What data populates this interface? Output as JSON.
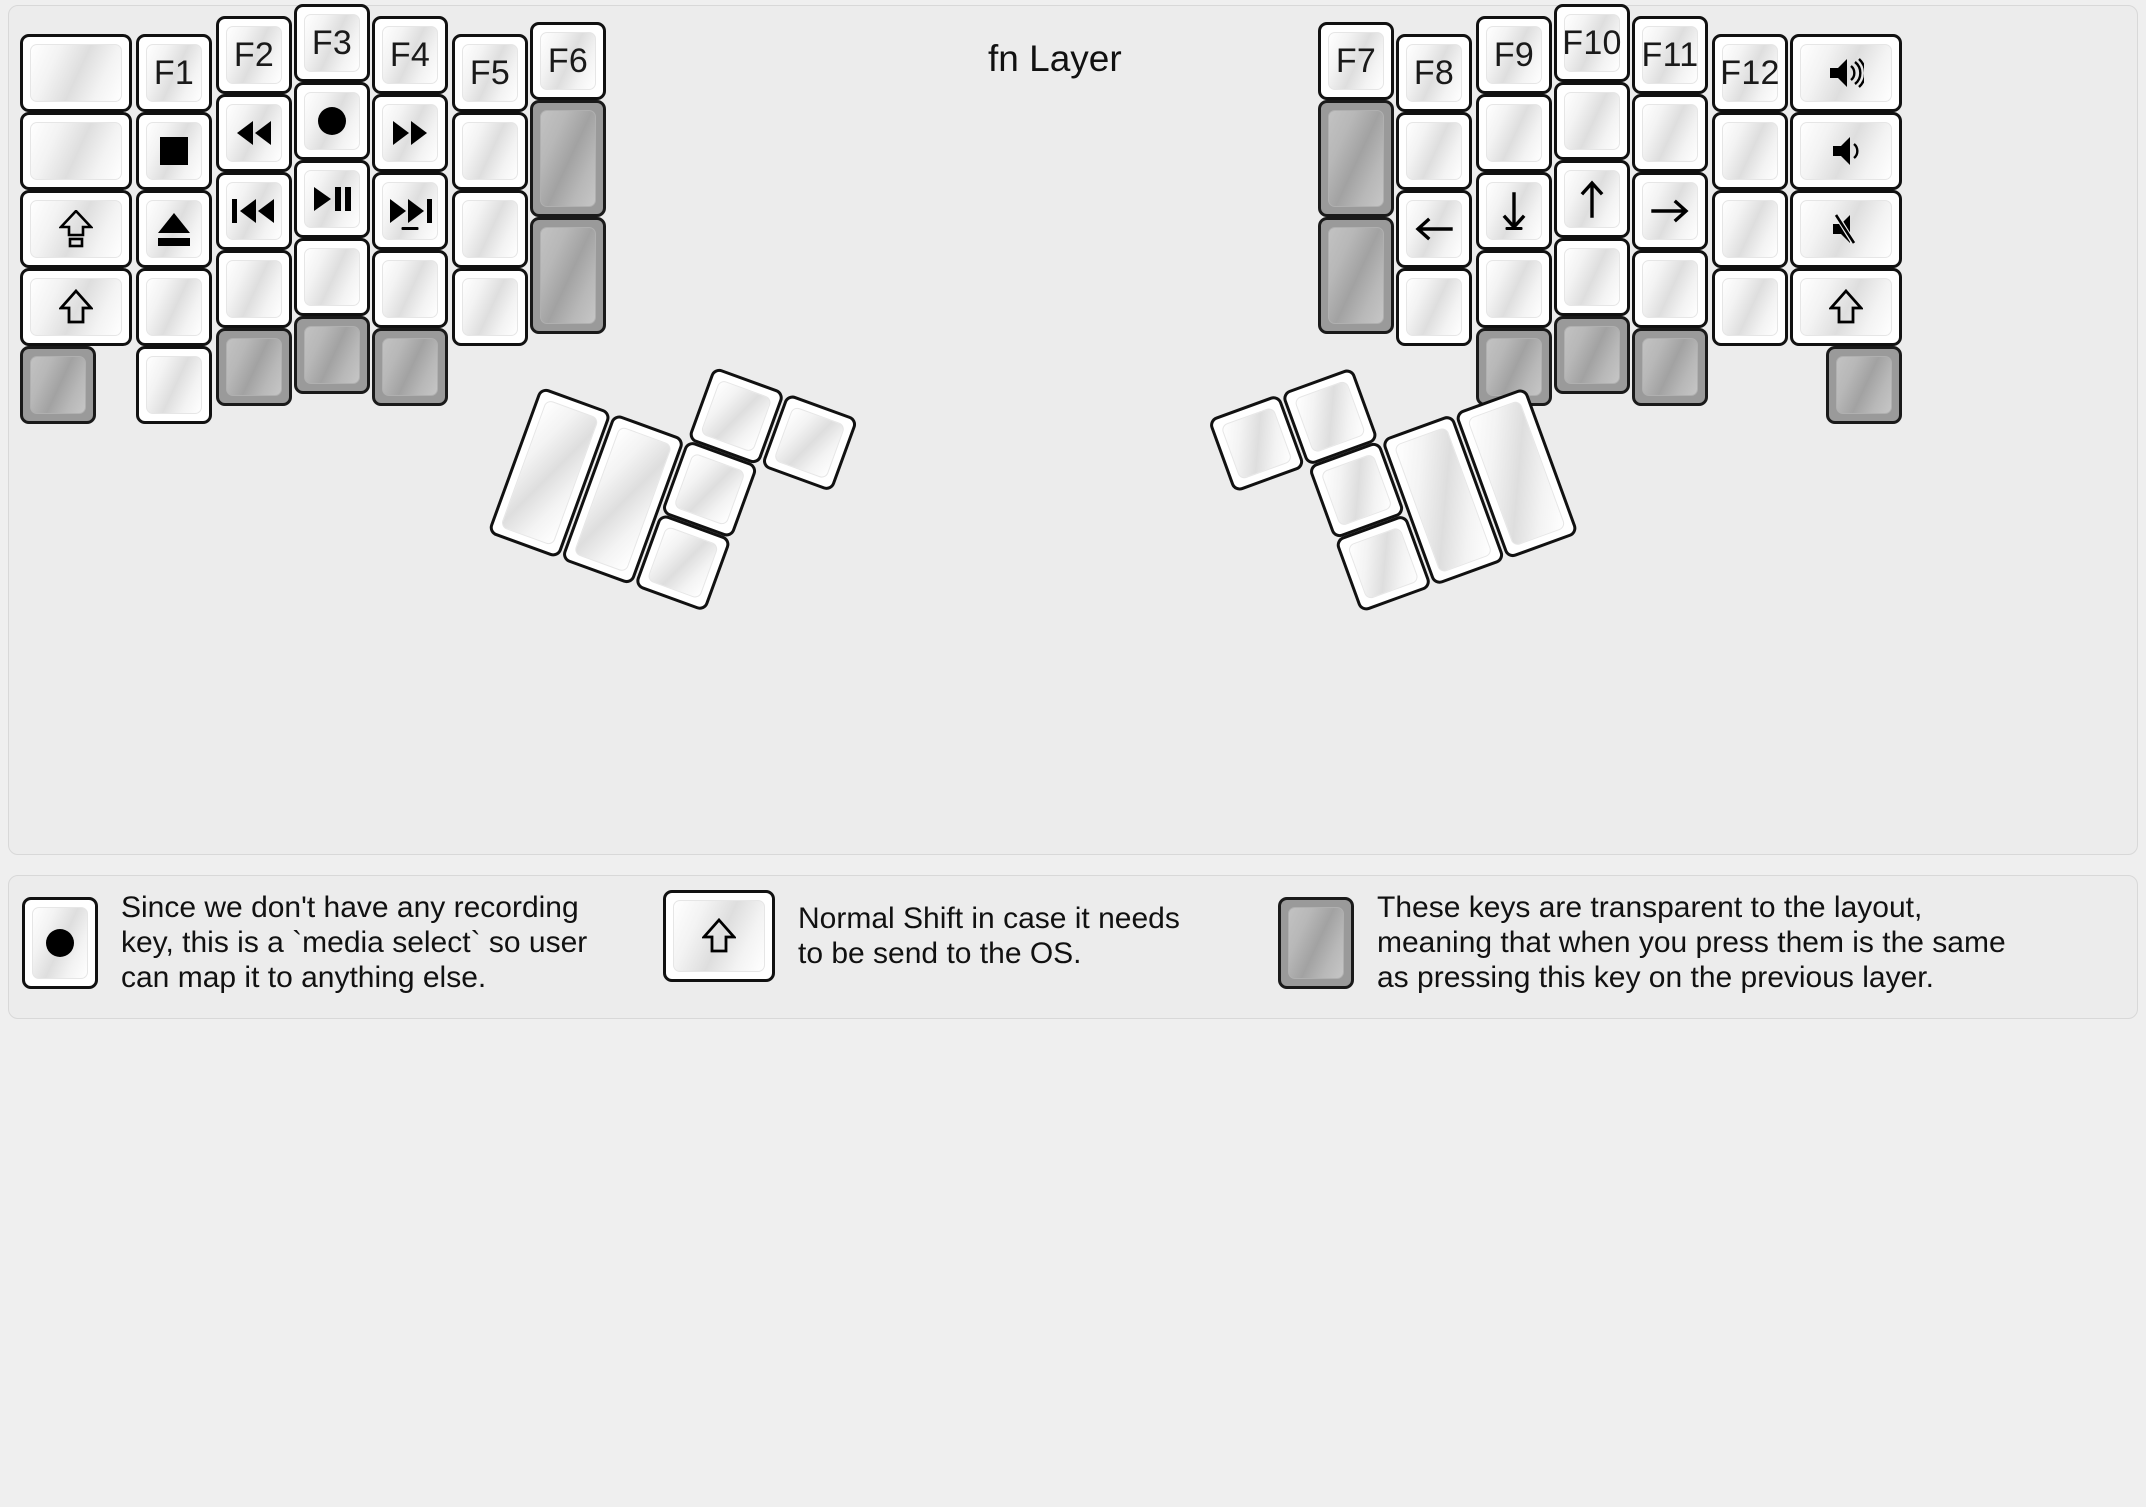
{
  "title": "fn Layer",
  "colors": {
    "background": "#efefef",
    "panel": "#ececec",
    "keycap": "#ffffff",
    "keycap_border": "#111111",
    "transparent_key": "#9a9a9a",
    "text": "#1a1a1a"
  },
  "keyboard": {
    "left_half": {
      "columns": [
        {
          "name": "pinky-outer",
          "keys": [
            {
              "label": "",
              "icon": "",
              "type": "normal",
              "width": 1.5
            },
            {
              "label": "",
              "icon": "",
              "type": "normal",
              "width": 1.5
            },
            {
              "label": "",
              "icon": "caps-lock-icon",
              "type": "normal",
              "width": 1.5
            },
            {
              "label": "",
              "icon": "shift-icon",
              "type": "normal",
              "width": 1.5
            },
            {
              "label": "",
              "icon": "",
              "type": "transparent",
              "width": 1
            }
          ]
        },
        {
          "name": "pinky",
          "keys": [
            {
              "label": "F1",
              "icon": "",
              "type": "normal",
              "width": 1
            },
            {
              "label": "",
              "icon": "media-stop-icon",
              "type": "normal",
              "width": 1
            },
            {
              "label": "",
              "icon": "media-eject-icon",
              "type": "normal",
              "width": 1
            },
            {
              "label": "",
              "icon": "",
              "type": "normal",
              "width": 1
            },
            {
              "label": "",
              "icon": "",
              "type": "normal",
              "width": 1
            }
          ]
        },
        {
          "name": "ring",
          "keys": [
            {
              "label": "F2",
              "icon": "",
              "type": "normal",
              "width": 1
            },
            {
              "label": "",
              "icon": "media-rewind-icon",
              "type": "normal",
              "width": 1
            },
            {
              "label": "",
              "icon": "media-previous-icon",
              "type": "normal",
              "width": 1
            },
            {
              "label": "",
              "icon": "",
              "type": "normal",
              "width": 1
            },
            {
              "label": "",
              "icon": "",
              "type": "transparent",
              "width": 1
            }
          ]
        },
        {
          "name": "middle",
          "keys": [
            {
              "label": "F3",
              "icon": "",
              "type": "normal",
              "width": 1
            },
            {
              "label": "",
              "icon": "media-record-icon",
              "type": "normal",
              "width": 1
            },
            {
              "label": "",
              "icon": "media-play-pause-icon",
              "type": "normal",
              "width": 1
            },
            {
              "label": "",
              "icon": "",
              "type": "normal",
              "width": 1
            },
            {
              "label": "",
              "icon": "",
              "type": "transparent",
              "width": 1
            }
          ]
        },
        {
          "name": "index",
          "keys": [
            {
              "label": "F4",
              "icon": "",
              "type": "normal",
              "width": 1
            },
            {
              "label": "",
              "icon": "media-fast-forward-icon",
              "type": "normal",
              "width": 1
            },
            {
              "label": "",
              "icon": "media-next-icon",
              "type": "normal",
              "width": 1
            },
            {
              "label": "",
              "icon": "",
              "type": "normal",
              "width": 1
            },
            {
              "label": "",
              "icon": "",
              "type": "transparent",
              "width": 1
            }
          ]
        },
        {
          "name": "index-inner",
          "keys": [
            {
              "label": "F5",
              "icon": "",
              "type": "normal",
              "width": 1
            },
            {
              "label": "",
              "icon": "",
              "type": "normal",
              "width": 1
            },
            {
              "label": "",
              "icon": "",
              "type": "normal",
              "width": 1
            },
            {
              "label": "",
              "icon": "",
              "type": "normal",
              "width": 1
            }
          ]
        },
        {
          "name": "inner",
          "keys": [
            {
              "label": "F6",
              "icon": "",
              "type": "normal",
              "width": 1
            },
            {
              "label": "",
              "icon": "",
              "type": "transparent",
              "width": 1
            },
            {
              "label": "",
              "icon": "",
              "type": "transparent",
              "width": 1
            }
          ]
        }
      ],
      "thumb_cluster": [
        {
          "name": "thumb-big-1",
          "label": "",
          "type": "normal"
        },
        {
          "name": "thumb-big-2",
          "label": "",
          "type": "normal"
        },
        {
          "name": "thumb-small-1",
          "label": "",
          "type": "normal"
        },
        {
          "name": "thumb-small-2",
          "label": "",
          "type": "normal"
        },
        {
          "name": "thumb-small-3",
          "label": "",
          "type": "normal"
        },
        {
          "name": "thumb-small-4",
          "label": "",
          "type": "normal"
        }
      ]
    },
    "right_half": {
      "columns": [
        {
          "name": "inner",
          "keys": [
            {
              "label": "F7",
              "icon": "",
              "type": "normal",
              "width": 1
            },
            {
              "label": "",
              "icon": "",
              "type": "transparent",
              "width": 1
            },
            {
              "label": "",
              "icon": "",
              "type": "transparent",
              "width": 1
            }
          ]
        },
        {
          "name": "index-inner",
          "keys": [
            {
              "label": "F8",
              "icon": "",
              "type": "normal",
              "width": 1
            },
            {
              "label": "",
              "icon": "",
              "type": "normal",
              "width": 1
            },
            {
              "label": "",
              "icon": "arrow-left-icon",
              "type": "normal",
              "width": 1
            },
            {
              "label": "",
              "icon": "",
              "type": "normal",
              "width": 1
            }
          ]
        },
        {
          "name": "index",
          "keys": [
            {
              "label": "F9",
              "icon": "",
              "type": "normal",
              "width": 1
            },
            {
              "label": "",
              "icon": "",
              "type": "normal",
              "width": 1
            },
            {
              "label": "",
              "icon": "arrow-down-icon",
              "type": "normal",
              "width": 1
            },
            {
              "label": "",
              "icon": "",
              "type": "normal",
              "width": 1
            },
            {
              "label": "",
              "icon": "",
              "type": "transparent",
              "width": 1
            }
          ]
        },
        {
          "name": "middle",
          "keys": [
            {
              "label": "F10",
              "icon": "",
              "type": "normal",
              "width": 1
            },
            {
              "label": "",
              "icon": "",
              "type": "normal",
              "width": 1
            },
            {
              "label": "",
              "icon": "arrow-up-icon",
              "type": "normal",
              "width": 1
            },
            {
              "label": "",
              "icon": "",
              "type": "normal",
              "width": 1
            },
            {
              "label": "",
              "icon": "",
              "type": "transparent",
              "width": 1
            }
          ]
        },
        {
          "name": "ring",
          "keys": [
            {
              "label": "F11",
              "icon": "",
              "type": "normal",
              "width": 1
            },
            {
              "label": "",
              "icon": "",
              "type": "normal",
              "width": 1
            },
            {
              "label": "",
              "icon": "arrow-right-icon",
              "type": "normal",
              "width": 1
            },
            {
              "label": "",
              "icon": "",
              "type": "normal",
              "width": 1
            },
            {
              "label": "",
              "icon": "",
              "type": "transparent",
              "width": 1
            }
          ]
        },
        {
          "name": "pinky",
          "keys": [
            {
              "label": "F12",
              "icon": "",
              "type": "normal",
              "width": 1
            },
            {
              "label": "",
              "icon": "",
              "type": "normal",
              "width": 1
            },
            {
              "label": "",
              "icon": "",
              "type": "normal",
              "width": 1
            },
            {
              "label": "",
              "icon": "",
              "type": "normal",
              "width": 1
            }
          ]
        },
        {
          "name": "pinky-outer",
          "keys": [
            {
              "label": "",
              "icon": "volume-up-icon",
              "type": "normal",
              "width": 1.5
            },
            {
              "label": "",
              "icon": "volume-down-icon",
              "type": "normal",
              "width": 1.5
            },
            {
              "label": "",
              "icon": "volume-mute-icon",
              "type": "normal",
              "width": 1.5
            },
            {
              "label": "",
              "icon": "shift-icon",
              "type": "normal",
              "width": 1.5
            },
            {
              "label": "",
              "icon": "",
              "type": "transparent",
              "width": 1
            }
          ]
        }
      ],
      "thumb_cluster": [
        {
          "name": "thumb-big-1",
          "label": "",
          "type": "normal"
        },
        {
          "name": "thumb-big-2",
          "label": "",
          "type": "normal"
        },
        {
          "name": "thumb-small-1",
          "label": "",
          "type": "normal"
        },
        {
          "name": "thumb-small-2",
          "label": "",
          "type": "normal"
        },
        {
          "name": "thumb-small-3",
          "label": "",
          "type": "normal"
        },
        {
          "name": "thumb-small-4",
          "label": "",
          "type": "normal"
        }
      ]
    }
  },
  "legend": [
    {
      "icon": "media-record-icon",
      "key_type": "normal",
      "key_width": 1,
      "text": "Since we don't have any recording\nkey, this is a `media select` so user\ncan map it to anything else."
    },
    {
      "icon": "shift-icon",
      "key_type": "normal",
      "key_width": 1.5,
      "text": "Normal Shift in case it needs\nto be send to the OS."
    },
    {
      "icon": "",
      "key_type": "transparent",
      "key_width": 1,
      "text": "These keys are transparent to the layout,\nmeaning that when you press them is the same\nas pressing this key on the previous layer."
    }
  ]
}
